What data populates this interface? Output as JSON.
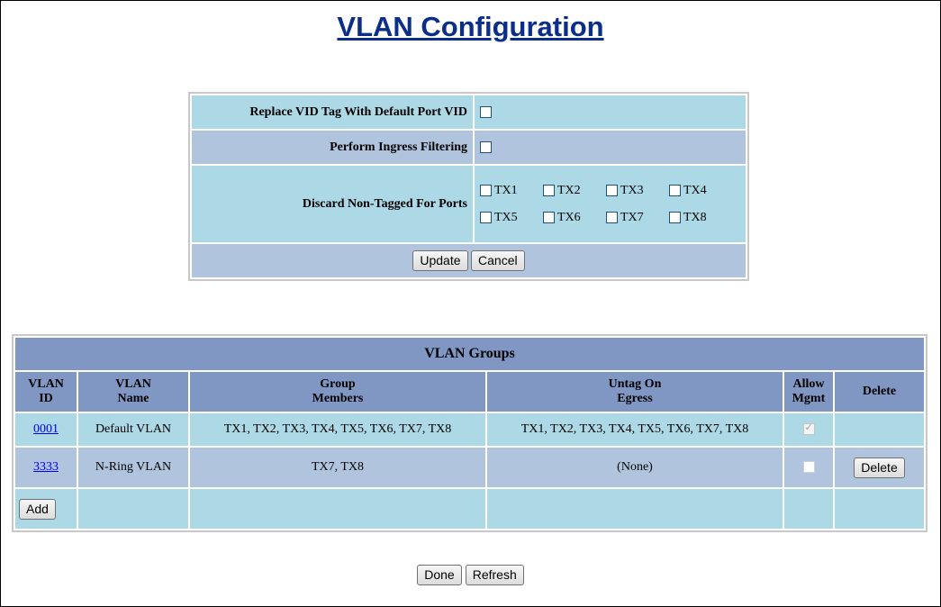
{
  "page": {
    "title": "VLAN Configuration"
  },
  "config": {
    "replace_vid_label": "Replace VID Tag With Default Port VID",
    "ingress_filter_label": "Perform Ingress Filtering",
    "discard_label": "Discard Non-Tagged For Ports",
    "ports_row1": [
      "TX1",
      "TX2",
      "TX3",
      "TX4"
    ],
    "ports_row2": [
      "TX5",
      "TX6",
      "TX7",
      "TX8"
    ],
    "update_label": "Update",
    "cancel_label": "Cancel"
  },
  "groups": {
    "title": "VLAN Groups",
    "col_vlan_id_1": "VLAN",
    "col_vlan_id_2": "ID",
    "col_vlan_name_1": "VLAN",
    "col_vlan_name_2": "Name",
    "col_members_1": "Group",
    "col_members_2": "Members",
    "col_untag_1": "Untag On",
    "col_untag_2": "Egress",
    "col_mgmt_1": "Allow",
    "col_mgmt_2": "Mgmt",
    "col_delete": "Delete",
    "rows": [
      {
        "id": "0001",
        "name": "Default VLAN",
        "members": "TX1, TX2, TX3, TX4, TX5, TX6, TX7, TX8",
        "untag": "TX1, TX2, TX3, TX4, TX5, TX6, TX7, TX8"
      },
      {
        "id": "3333",
        "name": "N-Ring VLAN",
        "members": "TX7, TX8",
        "untag": "(None)",
        "delete_label": "Delete"
      }
    ],
    "add_label": "Add"
  },
  "footer": {
    "done_label": "Done",
    "refresh_label": "Refresh"
  }
}
